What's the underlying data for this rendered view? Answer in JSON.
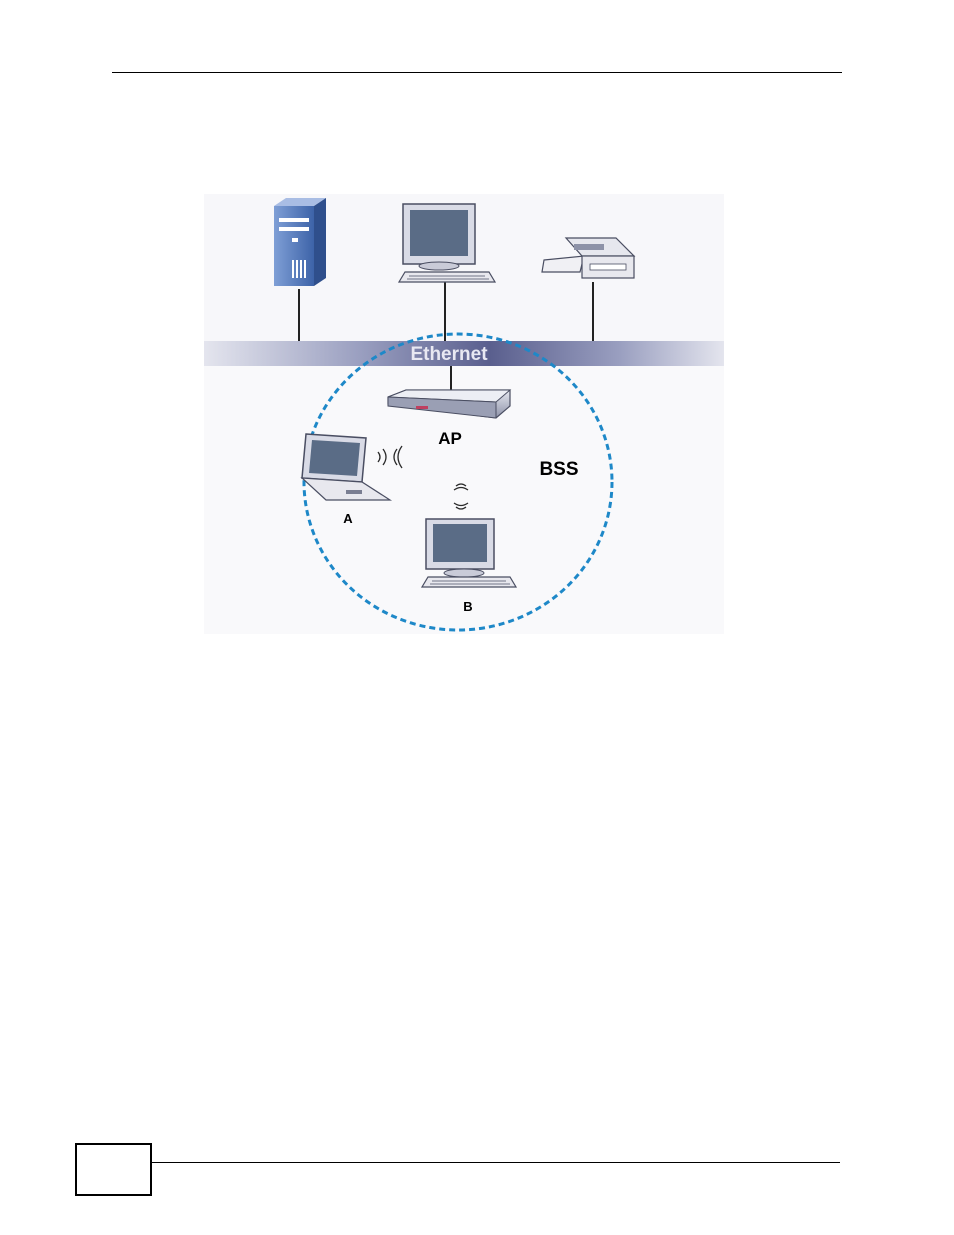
{
  "diagram": {
    "ethernet_label": "Ethernet",
    "ap_label": "AP",
    "bss_label": "BSS",
    "station_a_label": "A",
    "station_b_label": "B"
  },
  "colors": {
    "ethernet_bar_center": "#5a5f8e",
    "ethernet_bar_edge": "#e4e5ee",
    "bss_circle": "#1e88c8",
    "device_body": "#e8e8ee",
    "device_shadow": "#9a9fb4",
    "screen": "#5a6c86",
    "server_blue": "#4a72b8"
  }
}
